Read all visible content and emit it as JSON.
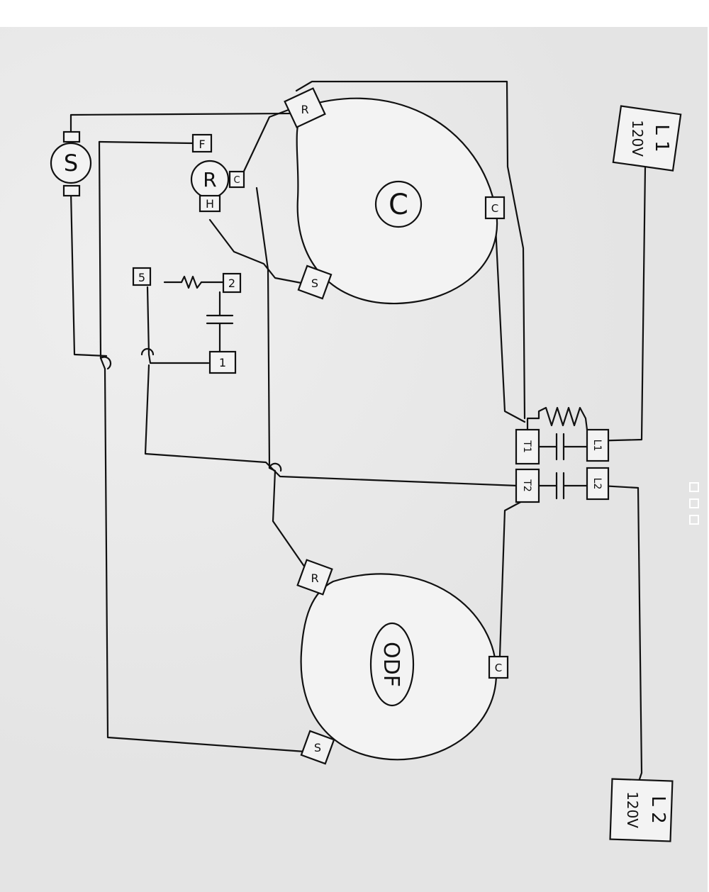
{
  "labels": {
    "compressor": "C",
    "odf_motor": "ODF",
    "fan_small": "S",
    "relay": "R",
    "relay_f": "F",
    "relay_h": "H",
    "relay_c": "C",
    "comp_r": "R",
    "comp_c": "C",
    "comp_s": "S",
    "odf_r": "R",
    "odf_c": "C",
    "odf_s": "S",
    "sw_5": "5",
    "sw_1": "1",
    "sw_2": "2",
    "cont_t1": "T1",
    "cont_t2": "T2",
    "cont_l1": "L1",
    "cont_l2": "L2",
    "l1_name": "L 1",
    "l1_volt": "120V",
    "l2_name": "L 2",
    "l2_volt": "120V"
  }
}
